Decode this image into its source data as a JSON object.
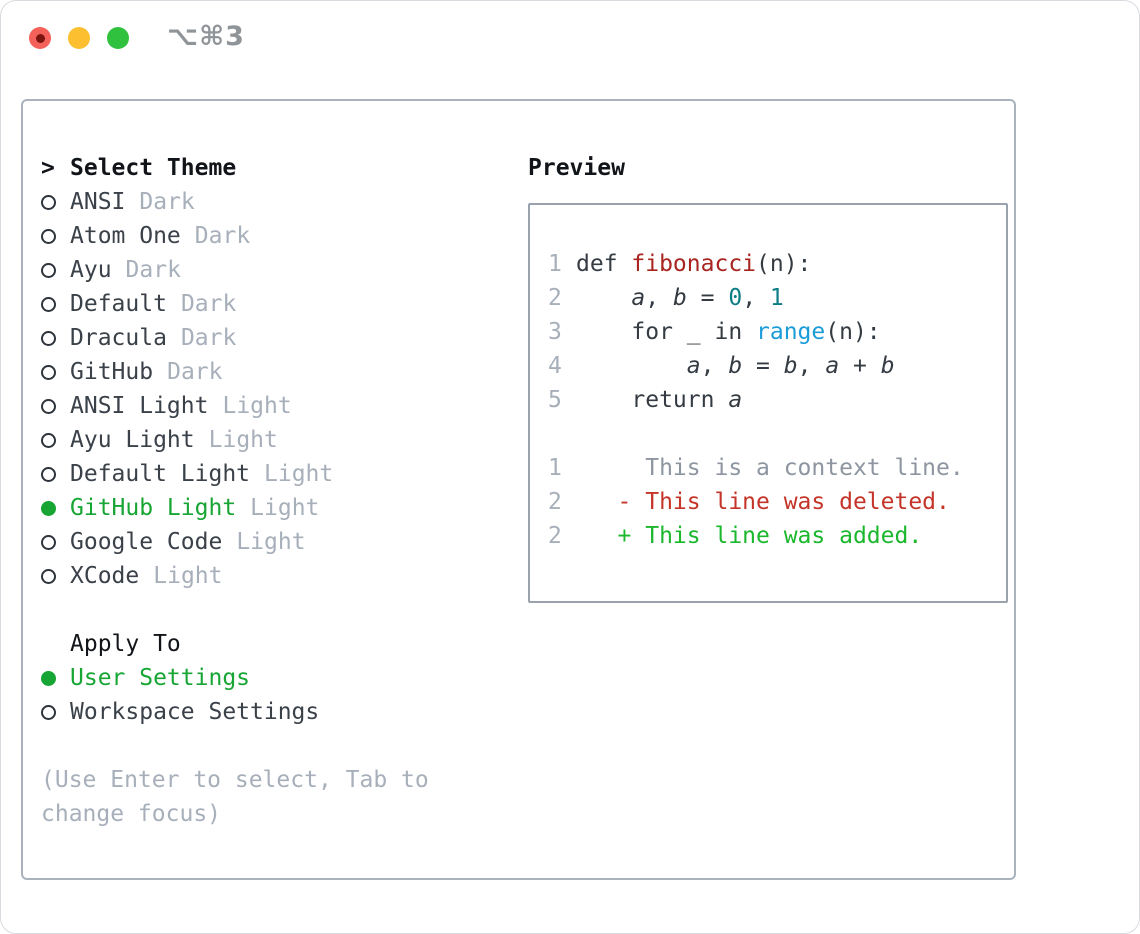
{
  "titlebar": {
    "shortcut": "⌥⌘3"
  },
  "theme_panel": {
    "marker": ">",
    "title": "Select Theme",
    "themes": [
      {
        "name": "ANSI",
        "variant": "Dark",
        "selected": false
      },
      {
        "name": "Atom One",
        "variant": "Dark",
        "selected": false
      },
      {
        "name": "Ayu",
        "variant": "Dark",
        "selected": false
      },
      {
        "name": "Default",
        "variant": "Dark",
        "selected": false
      },
      {
        "name": "Dracula",
        "variant": "Dark",
        "selected": false
      },
      {
        "name": "GitHub",
        "variant": "Dark",
        "selected": false
      },
      {
        "name": "ANSI Light",
        "variant": "Light",
        "selected": false
      },
      {
        "name": "Ayu Light",
        "variant": "Light",
        "selected": false
      },
      {
        "name": "Default Light",
        "variant": "Light",
        "selected": false
      },
      {
        "name": "GitHub Light",
        "variant": "Light",
        "selected": true
      },
      {
        "name": "Google Code",
        "variant": "Light",
        "selected": false
      },
      {
        "name": "XCode",
        "variant": "Light",
        "selected": false
      }
    ],
    "apply_to": {
      "title": "Apply To",
      "options": [
        {
          "name": "User Settings",
          "selected": true
        },
        {
          "name": "Workspace Settings",
          "selected": false
        }
      ]
    },
    "help_lines": [
      "(Use Enter to select, Tab to",
      "change focus)"
    ]
  },
  "preview": {
    "title": "Preview",
    "code_lines": [
      {
        "num": "1",
        "tokens": [
          [
            "fg",
            "def "
          ],
          [
            "fn",
            "fibonacci"
          ],
          [
            "fg",
            "(n):"
          ]
        ]
      },
      {
        "num": "2",
        "tokens": [
          [
            "fg",
            "    "
          ],
          [
            "varx",
            "a"
          ],
          [
            "fg",
            ", "
          ],
          [
            "varx",
            "b"
          ],
          [
            "fg",
            " = "
          ],
          [
            "lit",
            "0"
          ],
          [
            "fg",
            ", "
          ],
          [
            "lit",
            "1"
          ]
        ]
      },
      {
        "num": "3",
        "tokens": [
          [
            "fg",
            "    for _ in "
          ],
          [
            "call",
            "range"
          ],
          [
            "fg",
            "(n):"
          ]
        ]
      },
      {
        "num": "4",
        "tokens": [
          [
            "fg",
            "        "
          ],
          [
            "varx",
            "a"
          ],
          [
            "fg",
            ", "
          ],
          [
            "varx",
            "b"
          ],
          [
            "fg",
            " = "
          ],
          [
            "varx",
            "b"
          ],
          [
            "fg",
            ", "
          ],
          [
            "varx",
            "a"
          ],
          [
            "fg",
            " + "
          ],
          [
            "varx",
            "b"
          ]
        ]
      },
      {
        "num": "5",
        "tokens": [
          [
            "fg",
            "    return "
          ],
          [
            "varx",
            "a"
          ]
        ]
      },
      {
        "num": "",
        "tokens": []
      },
      {
        "num": "1",
        "tokens": [
          [
            "ctx",
            "     This is a context line."
          ]
        ]
      },
      {
        "num": "2",
        "tokens": [
          [
            "del",
            "   - This line was deleted."
          ]
        ]
      },
      {
        "num": "2",
        "tokens": [
          [
            "add",
            "   + This line was added."
          ]
        ]
      }
    ]
  },
  "colors": {
    "ink": "#2e343b",
    "item": "#3a4149",
    "bold": "#111418",
    "codefg": "#343b42",
    "muted": "#a7afba",
    "ctx": "#8d95a0",
    "green": "#17a534",
    "add": "#1bb72d",
    "del": "#c43428",
    "fn": "#a8241f",
    "lit": "#0b7d84",
    "call": "#1b9cd8",
    "border": "#aab2bd",
    "pborder": "#9aa3ad",
    "titlegray": "#8f9499",
    "tl-red": "#f4615a",
    "tl-red-dot": "#7b130f",
    "tl-yellow": "#fcbf2f",
    "tl-green": "#30c23e"
  }
}
